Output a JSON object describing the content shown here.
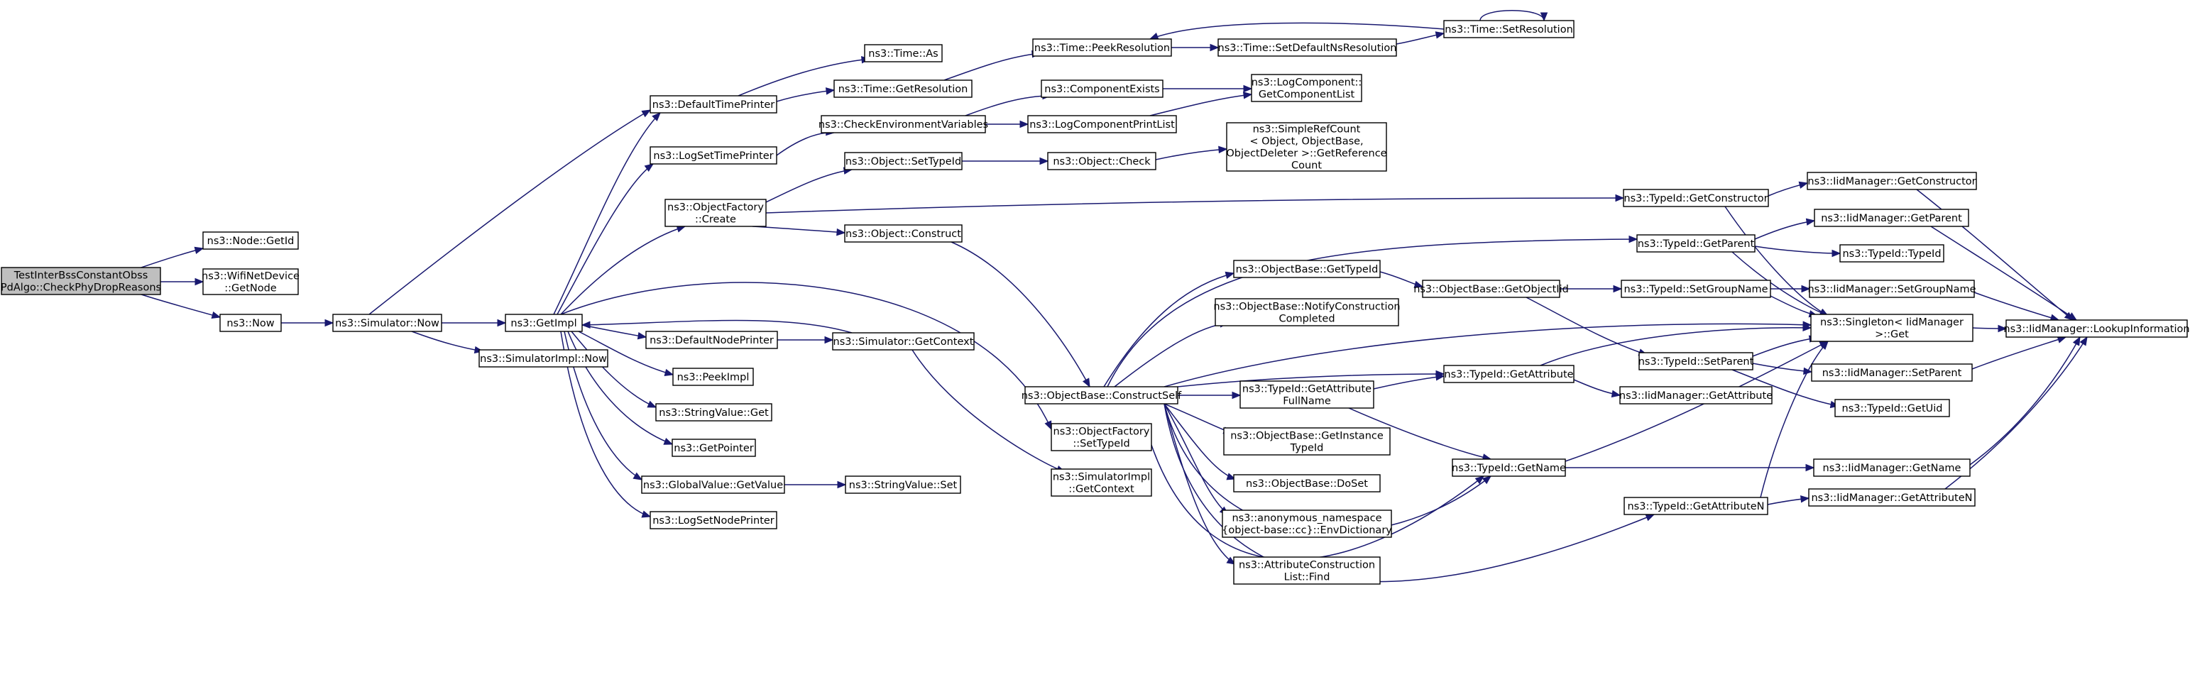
{
  "diagram": {
    "colors": {
      "edge": "#191970",
      "root_fill": "#bfbfbf",
      "node_fill": "#ffffff",
      "node_border": "#000000"
    },
    "nodes": [
      {
        "id": "root",
        "lines": [
          "TestInterBssConstantObss",
          "PdAlgo::CheckPhyDropReasons"
        ]
      },
      {
        "id": "nodeGetId",
        "lines": [
          "ns3::Node::GetId"
        ]
      },
      {
        "id": "wifiGetNode",
        "lines": [
          "ns3::WifiNetDevice",
          "::GetNode"
        ]
      },
      {
        "id": "now",
        "lines": [
          "ns3::Now"
        ]
      },
      {
        "id": "simNow",
        "lines": [
          "ns3::Simulator::Now"
        ]
      },
      {
        "id": "simImplNow",
        "lines": [
          "ns3::SimulatorImpl::Now"
        ]
      },
      {
        "id": "getImpl",
        "lines": [
          "ns3::GetImpl"
        ]
      },
      {
        "id": "defTimePrinter",
        "lines": [
          "ns3::DefaultTimePrinter"
        ]
      },
      {
        "id": "logSetTimePrinter",
        "lines": [
          "ns3::LogSetTimePrinter"
        ]
      },
      {
        "id": "objFactoryCreate",
        "lines": [
          "ns3::ObjectFactory",
          "::Create"
        ]
      },
      {
        "id": "defNodePrinter",
        "lines": [
          "ns3::DefaultNodePrinter"
        ]
      },
      {
        "id": "peekImpl",
        "lines": [
          "ns3::PeekImpl"
        ]
      },
      {
        "id": "strValGet",
        "lines": [
          "ns3::StringValue::Get"
        ]
      },
      {
        "id": "getPointer",
        "lines": [
          "ns3::GetPointer"
        ]
      },
      {
        "id": "globalValGet",
        "lines": [
          "ns3::GlobalValue::GetValue"
        ]
      },
      {
        "id": "logSetNodePrinter",
        "lines": [
          "ns3::LogSetNodePrinter"
        ]
      },
      {
        "id": "timeAs",
        "lines": [
          "ns3::Time::As"
        ]
      },
      {
        "id": "timeGetRes",
        "lines": [
          "ns3::Time::GetResolution"
        ]
      },
      {
        "id": "checkEnv",
        "lines": [
          "ns3::CheckEnvironmentVariables"
        ]
      },
      {
        "id": "objSetTypeId",
        "lines": [
          "ns3::Object::SetTypeId"
        ]
      },
      {
        "id": "objConstruct",
        "lines": [
          "ns3::Object::Construct"
        ]
      },
      {
        "id": "simGetContext",
        "lines": [
          "ns3::Simulator::GetContext"
        ]
      },
      {
        "id": "strValSet",
        "lines": [
          "ns3::StringValue::Set"
        ]
      },
      {
        "id": "timePeekRes",
        "lines": [
          "ns3::Time::PeekResolution"
        ]
      },
      {
        "id": "compExists",
        "lines": [
          "ns3::ComponentExists"
        ]
      },
      {
        "id": "logCompPrintList",
        "lines": [
          "ns3::LogComponentPrintList"
        ]
      },
      {
        "id": "objCheck",
        "lines": [
          "ns3::Object::Check"
        ]
      },
      {
        "id": "objBaseConstructSelf",
        "lines": [
          "ns3::ObjectBase::ConstructSelf"
        ]
      },
      {
        "id": "objFactorySetTypeId",
        "lines": [
          "ns3::ObjectFactory",
          "::SetTypeId"
        ]
      },
      {
        "id": "simImplGetContext",
        "lines": [
          "ns3::SimulatorImpl",
          "::GetContext"
        ]
      },
      {
        "id": "timeSetDefNsRes",
        "lines": [
          "ns3::Time::SetDefaultNsResolution"
        ]
      },
      {
        "id": "logCompGetList",
        "lines": [
          "ns3::LogComponent::",
          "GetComponentList"
        ]
      },
      {
        "id": "simpleRefCount",
        "lines": [
          "ns3::SimpleRefCount",
          "< Object, ObjectBase,",
          "ObjectDeleter >::GetReference",
          "Count"
        ]
      },
      {
        "id": "objBaseGetTypeId",
        "lines": [
          "ns3::ObjectBase::GetTypeId"
        ]
      },
      {
        "id": "objBaseNotify",
        "lines": [
          "ns3::ObjectBase::NotifyConstruction",
          "Completed"
        ]
      },
      {
        "id": "typeIdGetAttrFullName",
        "lines": [
          "ns3::TypeId::GetAttribute",
          "FullName"
        ]
      },
      {
        "id": "objBaseGetInstTypeId",
        "lines": [
          "ns3::ObjectBase::GetInstance",
          "TypeId"
        ]
      },
      {
        "id": "objBaseDoSet",
        "lines": [
          "ns3::ObjectBase::DoSet"
        ]
      },
      {
        "id": "anonEnvDict",
        "lines": [
          "ns3::anonymous_namespace",
          "{object-base::cc}::EnvDictionary"
        ]
      },
      {
        "id": "attrConstrListFind",
        "lines": [
          "ns3::AttributeConstruction",
          "List::Find"
        ]
      },
      {
        "id": "timeSetRes",
        "lines": [
          "ns3::Time::SetResolution"
        ]
      },
      {
        "id": "objBaseGetObjectIid",
        "lines": [
          "ns3::ObjectBase::GetObjectIid"
        ]
      },
      {
        "id": "typeIdGetAttribute",
        "lines": [
          "ns3::TypeId::GetAttribute"
        ]
      },
      {
        "id": "typeIdGetName",
        "lines": [
          "ns3::TypeId::GetName"
        ]
      },
      {
        "id": "typeIdGetConstructor",
        "lines": [
          "ns3::TypeId::GetConstructor"
        ]
      },
      {
        "id": "typeIdGetParent",
        "lines": [
          "ns3::TypeId::GetParent"
        ]
      },
      {
        "id": "typeIdSetGroupName",
        "lines": [
          "ns3::TypeId::SetGroupName"
        ]
      },
      {
        "id": "typeIdSetParent",
        "lines": [
          "ns3::TypeId::SetParent"
        ]
      },
      {
        "id": "iidMgrGetAttribute",
        "lines": [
          "ns3::IidManager::GetAttribute"
        ]
      },
      {
        "id": "typeIdGetAttributeN",
        "lines": [
          "ns3::TypeId::GetAttributeN"
        ]
      },
      {
        "id": "iidMgrGetConstructor",
        "lines": [
          "ns3::IidManager::GetConstructor"
        ]
      },
      {
        "id": "iidMgrGetParent",
        "lines": [
          "ns3::IidManager::GetParent"
        ]
      },
      {
        "id": "typeIdTypeId",
        "lines": [
          "ns3::TypeId::TypeId"
        ]
      },
      {
        "id": "iidMgrSetGroupName",
        "lines": [
          "ns3::IidManager::SetGroupName"
        ]
      },
      {
        "id": "singletonGet",
        "lines": [
          "ns3::Singleton< IidManager",
          " >::Get"
        ]
      },
      {
        "id": "iidMgrSetParent",
        "lines": [
          "ns3::IidManager::SetParent"
        ]
      },
      {
        "id": "typeIdGetUid",
        "lines": [
          "ns3::TypeId::GetUid"
        ]
      },
      {
        "id": "iidMgrGetName",
        "lines": [
          "ns3::IidManager::GetName"
        ]
      },
      {
        "id": "iidMgrGetAttributeN",
        "lines": [
          "ns3::IidManager::GetAttributeN"
        ]
      },
      {
        "id": "iidMgrLookupInfo",
        "lines": [
          "ns3::IidManager::LookupInformation"
        ]
      }
    ]
  }
}
